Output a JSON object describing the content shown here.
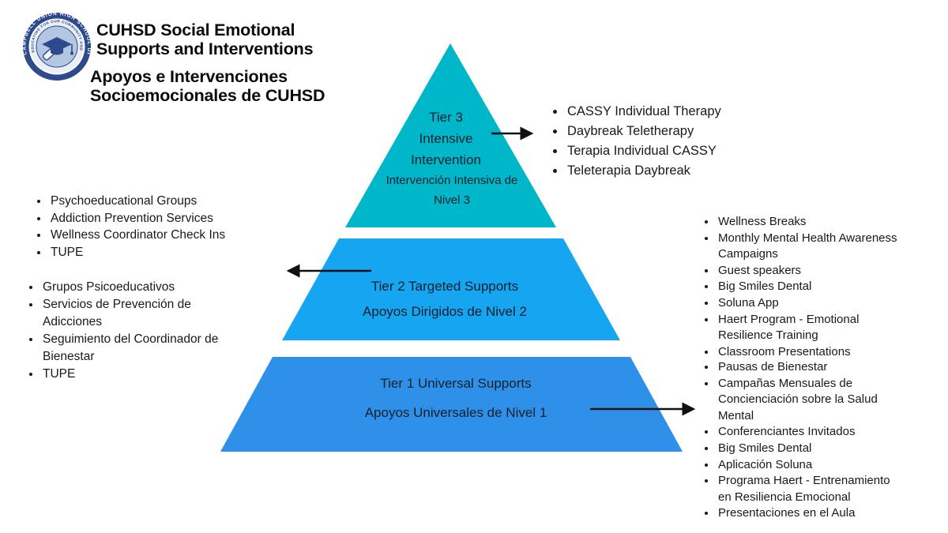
{
  "header": {
    "logo": {
      "alt": "Campbell Union High School District seal",
      "ring_text": "CAMPBELL UNION HIGH SCHOOL DISTRICT",
      "inner_ring_text": "EDUCATING FOR OUR COMMUNITY AND THE FUTURE •",
      "ring_color": "#2c4a8c",
      "inner_band_color": "#e9eef7",
      "center_color": "#b3c6e2"
    },
    "title_en": "CUHSD Social Emotional\nSupports and Interventions",
    "title_es": "Apoyos e Intervenciones\nSocioemocionales de CUHSD"
  },
  "pyramid": {
    "tiers": [
      {
        "id": "tier3",
        "color": "#00b6c9",
        "label_en": "Tier 3\nIntensive\nIntervention",
        "label_es": "Intervención Intensiva de\nNivel 3"
      },
      {
        "id": "tier2",
        "color": "#16a5f1",
        "label_en": "Tier 2 Targeted Supports",
        "label_es": "Apoyos Dirigidos de Nivel 2"
      },
      {
        "id": "tier1",
        "color": "#2e90e9",
        "label_en": "Tier 1 Universal Supports",
        "label_es": "Apoyos Universales de Nivel 1"
      }
    ],
    "arrow_color": "#111111"
  },
  "lists": {
    "tier3_right": {
      "items": [
        "CASSY Individual Therapy",
        "Daybreak Teletherapy",
        "Terapia Individual CASSY",
        "Teleterapia Daybreak"
      ]
    },
    "tier2_left_en": {
      "items": [
        "Psychoeducational Groups",
        "Addiction Prevention Services",
        "Wellness Coordinator Check Ins",
        "TUPE"
      ]
    },
    "tier2_left_es": {
      "items": [
        "Grupos Psicoeducativos",
        "Servicios de Prevención de Adicciones",
        "Seguimiento del Coordinador de Bienestar",
        "TUPE"
      ]
    },
    "tier1_right_en": {
      "items": [
        "Wellness Breaks",
        "Monthly Mental Health Awareness Campaigns",
        "Guest speakers",
        "Big Smiles Dental",
        "Soluna App",
        "Haert Program - Emotional Resilience Training",
        "Classroom Presentations"
      ]
    },
    "tier1_right_es": {
      "items": [
        "Pausas de Bienestar",
        "Campañas Mensuales de Concienciación sobre la Salud Mental",
        "Conferenciantes Invitados",
        "Big Smiles Dental",
        "Aplicación Soluna",
        "Programa Haert - Entrenamiento en Resiliencia Emocional",
        "Presentaciones en el Aula"
      ]
    }
  }
}
